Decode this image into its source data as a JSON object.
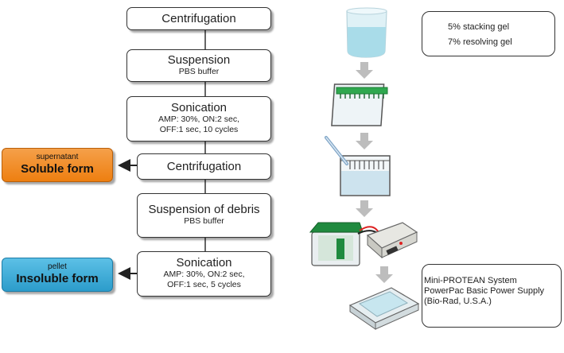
{
  "flow": {
    "centrifugation_1": "Centrifugation",
    "suspension": {
      "title": "Suspension",
      "sub": "PBS buffer"
    },
    "sonication_1": {
      "title": "Sonication",
      "line1": "AMP: 30%, ON:2 sec,",
      "line2": "OFF:1 sec, 10 cycles"
    },
    "centrifugation_2": "Centrifugation",
    "suspension_debris": {
      "title": "Suspension of debris",
      "sub": "PBS buffer"
    },
    "sonication_2": {
      "title": "Sonication",
      "line1": "AMP: 30%, ON:2 sec,",
      "line2": "OFF:1 sec, 5 cycles"
    }
  },
  "outputs": {
    "soluble": {
      "small": "supernatant",
      "large": "Soluble form",
      "color": "#f08a1c"
    },
    "insoluble": {
      "small": "pellet",
      "large": "Insoluble form",
      "color": "#3aa9d6"
    }
  },
  "gel_info": {
    "line1": "5% stacking gel",
    "line2": "7% resolving gel"
  },
  "system_info": {
    "line1": "Mini-PROTEAN System",
    "line2": "PowerPac Basic Power Supply",
    "line3": "(Bio-Rad, U.S.A.)"
  }
}
